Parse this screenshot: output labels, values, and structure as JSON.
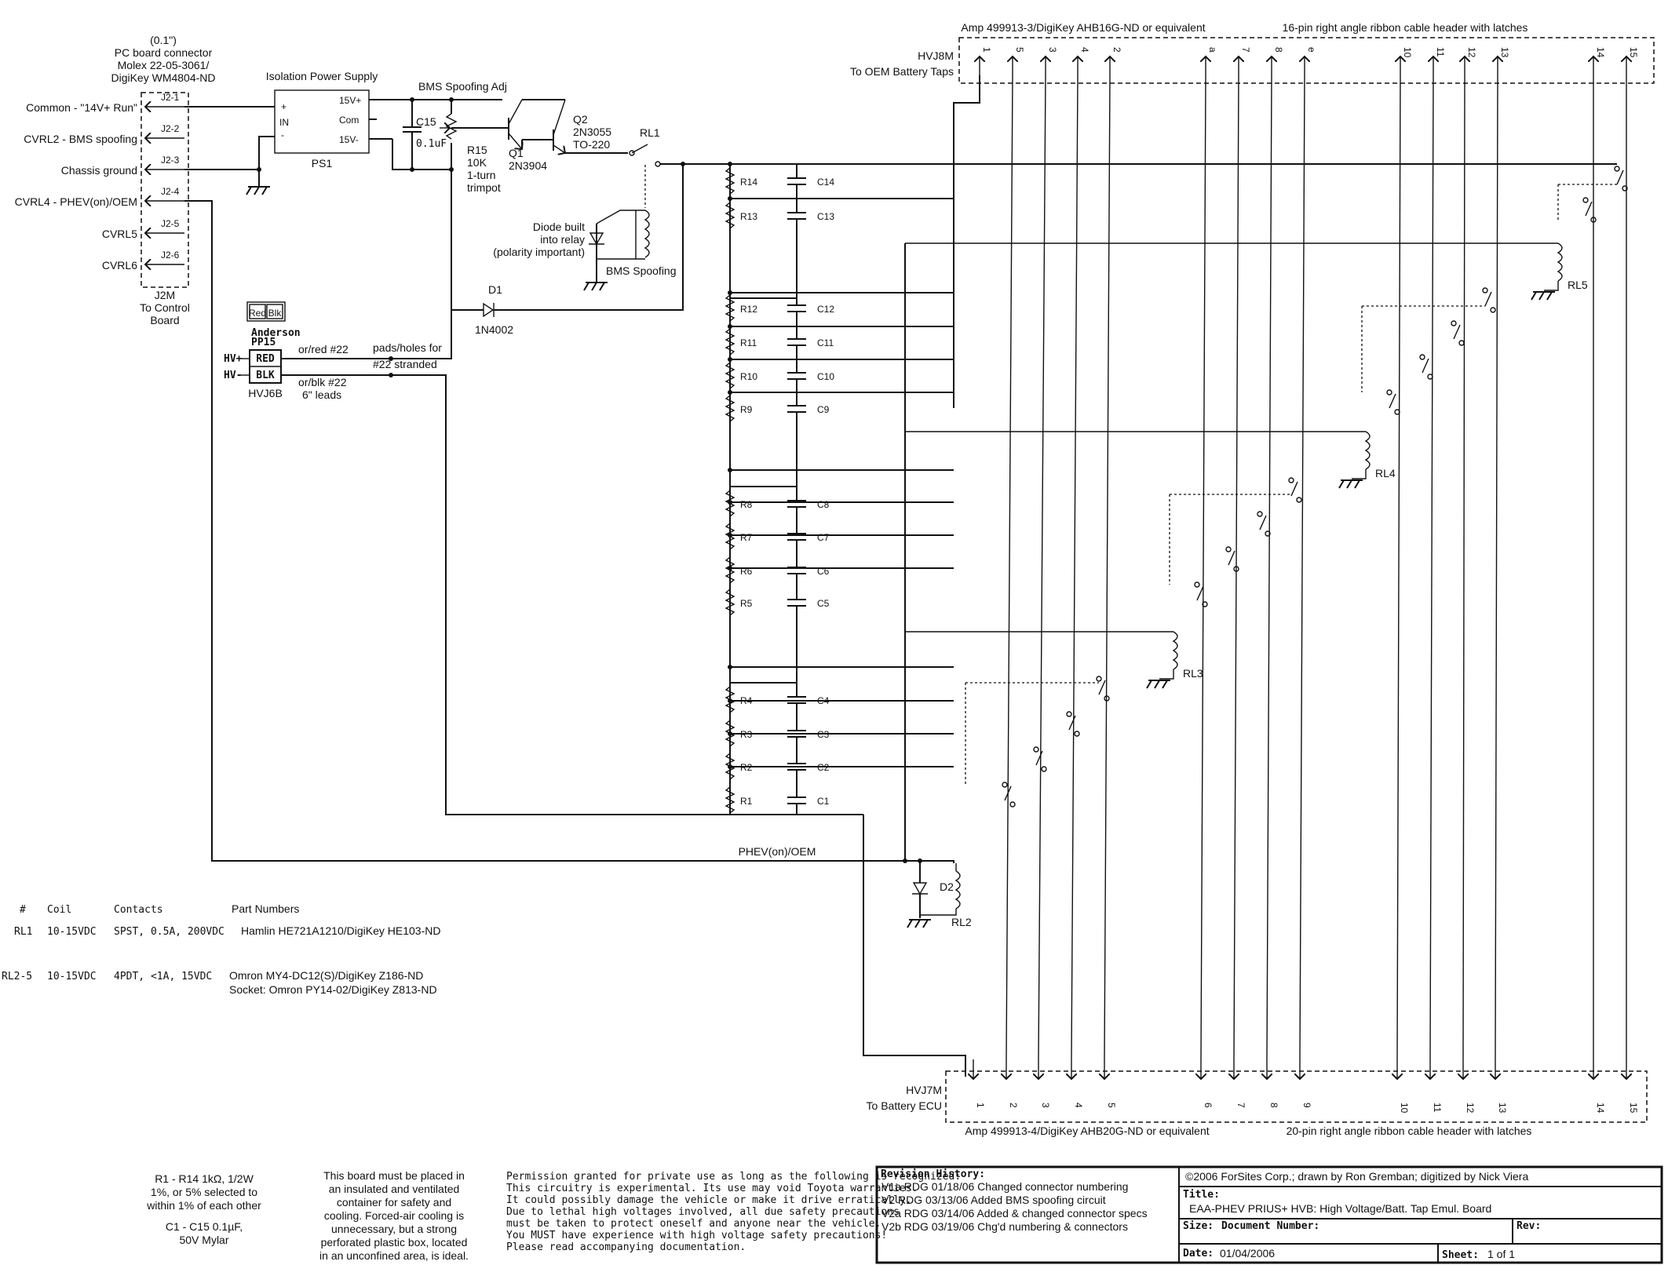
{
  "j2m": {
    "header": [
      "(0.1\")",
      "PC board connector",
      "Molex 22-05-3061/",
      "DigiKey WM4804-ND"
    ],
    "pins": [
      {
        "label": "Common - \"14V+ Run\"",
        "pin": "J2-1"
      },
      {
        "label": "CVRL2 - BMS spoofing",
        "pin": "J2-2"
      },
      {
        "label": "Chassis ground",
        "pin": "J2-3"
      },
      {
        "label": "CVRL4 - PHEV(on)/OEM",
        "pin": "J2-4"
      },
      {
        "label": "CVRL5",
        "pin": "J2-5"
      },
      {
        "label": "CVRL6",
        "pin": "J2-6"
      }
    ],
    "footer": [
      "J2M",
      "To Control",
      "Board"
    ]
  },
  "ps1": {
    "title": "Isolation Power Supply",
    "name": "PS1",
    "plus": "+",
    "in": "IN",
    "minus": "-",
    "out_pos": "15V+",
    "out_com": "Com",
    "out_neg": "15V-"
  },
  "bms": {
    "adj": "BMS Spoofing Adj",
    "c15": "C15",
    "c15_val": "0.1uF",
    "r15": [
      "R15",
      "10K",
      "1-turn",
      "trimpot"
    ],
    "q1": [
      "Q1",
      "2N3904"
    ],
    "q2": [
      "Q2",
      "2N3055",
      "TO-220"
    ],
    "rl1": "RL1",
    "diode_note": [
      "Diode built",
      "into relay",
      "(polarity important)"
    ],
    "spoof_label": "BMS Spoofing",
    "d1": "D1",
    "d1_part": "1N4002"
  },
  "hvj6b": {
    "anderson": [
      "Anderson",
      "PP15"
    ],
    "red_small": "Red",
    "blk_small": "Blk",
    "hv_pos": "HV+",
    "hv_neg": "HV-",
    "red": "RED",
    "blk": "BLK",
    "name": "HVJ6B",
    "or_red": "or/red #22",
    "or_blk": "or/blk #22",
    "leads": "6\" leads",
    "pads": "pads/holes for",
    "stranded": "#22 stranded"
  },
  "hvj8m": {
    "name": "HVJ8M",
    "desc": "To OEM Battery Taps",
    "amp": "Amp 499913-3/DigiKey AHB16G-ND or equivalent",
    "header": "16-pin right angle ribbon cable header with latches",
    "pins": [
      "1",
      "5",
      "3",
      "4",
      "2",
      "a",
      "7",
      "8",
      "e",
      "10",
      "11",
      "12",
      "13",
      "14",
      "15"
    ]
  },
  "hvj7m": {
    "name": "HVJ7M",
    "desc": "To Battery ECU",
    "amp": "Amp 499913-4/DigiKey AHB20G-ND or equivalent",
    "header": "20-pin right angle ribbon cable header with latches",
    "pins": [
      "1",
      "2",
      "3",
      "4",
      "5",
      "6",
      "7",
      "8",
      "9",
      "10",
      "11",
      "12",
      "13",
      "14",
      "15"
    ]
  },
  "resistors": [
    "R14",
    "R13",
    "R12",
    "R11",
    "R10",
    "R9",
    "R8",
    "R7",
    "R6",
    "R5",
    "R4",
    "R3",
    "R2",
    "R1"
  ],
  "capacitors": [
    "C14",
    "C13",
    "C12",
    "C11",
    "C10",
    "C9",
    "C8",
    "C7",
    "C6",
    "C5",
    "C4",
    "C3",
    "C2",
    "C1"
  ],
  "relays": {
    "rl2": "RL2",
    "rl3": "RL3",
    "rl4": "RL4",
    "rl5": "RL5",
    "d2": "D2"
  },
  "phev_label": "PHEV(on)/OEM",
  "parts_table": {
    "headers": [
      "#",
      "Coil",
      "Contacts",
      "Part Numbers"
    ],
    "rows": [
      {
        "id": "RL1",
        "coil": "10-15VDC",
        "contacts": "SPST, 0.5A, 200VDC",
        "part": "Hamlin HE721A1210/DigiKey HE103-ND",
        "part2": ""
      },
      {
        "id": "RL2-5",
        "coil": "10-15VDC",
        "contacts": "4PDT, <1A, 15VDC",
        "part": "Omron MY4-DC12(S)/DigiKey Z186-ND",
        "part2": "Socket:  Omron PY14-02/DigiKey Z813-ND"
      }
    ]
  },
  "notes": {
    "resistor_note": [
      "R1 - R14  1kΩ, 1/2W",
      "1%, or 5% selected to",
      "within 1% of each other"
    ],
    "cap_note": [
      "C1 - C15  0.1µF,",
      "50V Mylar"
    ],
    "placement": [
      "This board must be placed in",
      "an insulated and ventilated",
      "container for safety and",
      "cooling.  Forced-air cooling is",
      "unnecessary, but a strong",
      "perforated plastic box, located",
      "in an unconfined area, is ideal."
    ],
    "permission": [
      "Permission granted for private use as long as the following is recognized:",
      "This circuitry is experimental. Its use may void Toyota warranties.",
      "It could possibly damage the vehicle or make it drive erratically.",
      "Due to lethal high voltages involved, all due safety precautions",
      "must be taken to protect oneself and anyone near the vehicle.",
      "You MUST have experience with high voltage safety precautions!",
      "Please read accompanying documentation."
    ]
  },
  "title_block": {
    "rev_header": "Revision History:",
    "revs": [
      "V1a  RDG  01/18/06  Changed connector numbering",
      "V2   RDG  03/13/06  Added BMS spoofing circuit",
      "V2a  RDG  03/14/06  Added & changed connector specs",
      "V2b  RDG  03/19/06  Chg'd numbering & connectors"
    ],
    "copyright": "©2006 ForSites Corp.; drawn by Ron Gremban; digitized by Nick Viera",
    "title_label": "Title:",
    "title": "EAA-PHEV PRIUS+ HVB:  High Voltage/Batt. Tap Emul. Board",
    "size_label": "Size:",
    "docnum_label": "Document Number:",
    "rev_label": "Rev:",
    "date_label": "Date:",
    "date": "01/04/2006",
    "sheet_label": "Sheet:",
    "sheet": "1 of 1"
  }
}
